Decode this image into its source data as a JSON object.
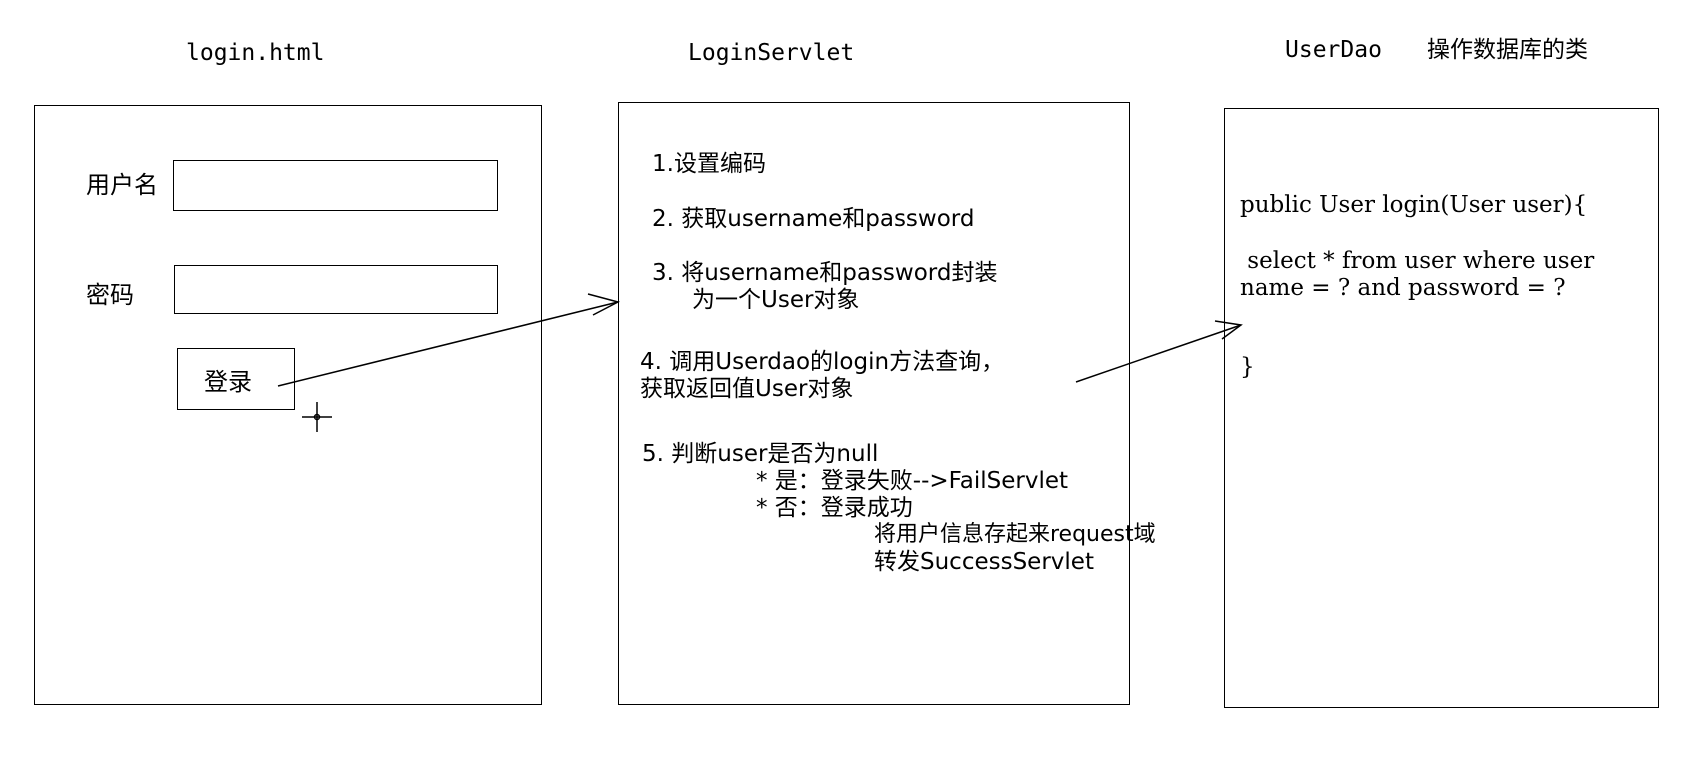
{
  "titles": {
    "login_page": "login.html",
    "servlet": "LoginServlet",
    "dao": "UserDao",
    "dao_desc": "操作数据库的类"
  },
  "login_form": {
    "username_label": "用户名",
    "password_label": "密码",
    "username_value": "",
    "password_value": "",
    "login_button": "登录"
  },
  "servlet_steps": {
    "s1": "1.设置编码",
    "s2": "2. 获取username和password",
    "s3_line1": "3. 将username和password封装",
    "s3_line2": "为一个User对象",
    "s4_line1": "4. 调用Userdao的login方法查询，",
    "s4_line2": "获取返回值User对象",
    "s5_line1": "5. 判断user是否为null",
    "s5_yes": "* 是：登录失败-->FailServlet",
    "s5_no": "* 否：登录成功",
    "s5_no_a": "将用户信息存起来request域",
    "s5_no_b": "转发SuccessServlet"
  },
  "dao_code": {
    "signature": "public User login(User user){",
    "query_line1": " select * from user where user",
    "query_line2": "name = ? and password = ?",
    "close_brace": "}"
  },
  "colors": {
    "stroke": "#000000",
    "background": "#ffffff"
  }
}
